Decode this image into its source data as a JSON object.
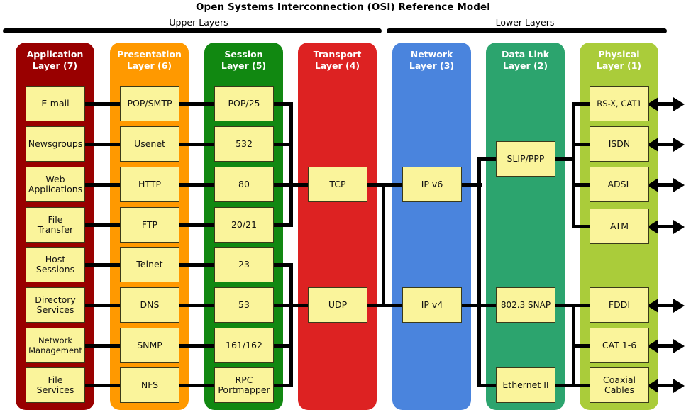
{
  "title": "Open Systems Interconnection (OSI) Reference Model",
  "groups": [
    {
      "label": "Upper Layers"
    },
    {
      "label": "Lower Layers"
    }
  ],
  "colors": {
    "application": "#990000",
    "presentation": "#FF9900",
    "session": "#118811",
    "transport": "#DD2222",
    "network": "#4A84DD",
    "datalink": "#2CA46E",
    "physical": "#AACC3A",
    "box_fill": "#FAF49B",
    "line": "#000000",
    "title_text": "#FFFFFF"
  },
  "layers": [
    {
      "key": "application",
      "title": "Application\nLayer (7)",
      "number": 7,
      "items": [
        "E-mail",
        "Newsgroups",
        "Web\nApplications",
        "File\nTransfer",
        "Host\nSessions",
        "Directory\nServices",
        "Network\nManagement",
        "File\nServices"
      ]
    },
    {
      "key": "presentation",
      "title": "Presentation\nLayer (6)",
      "number": 6,
      "items": [
        "POP/SMTP",
        "Usenet",
        "HTTP",
        "FTP",
        "Telnet",
        "DNS",
        "SNMP",
        "NFS"
      ]
    },
    {
      "key": "session",
      "title": "Session\nLayer (5)",
      "number": 5,
      "items": [
        "POP/25",
        "532",
        "80",
        "20/21",
        "23",
        "53",
        "161/162",
        "RPC\nPortmapper"
      ]
    },
    {
      "key": "transport",
      "title": "Transport\nLayer (4)",
      "number": 4,
      "items": [
        "TCP",
        "UDP"
      ]
    },
    {
      "key": "network",
      "title": "Network\nLayer (3)",
      "number": 3,
      "items": [
        "IP v6",
        "IP v4"
      ]
    },
    {
      "key": "datalink",
      "title": "Data Link\nLayer (2)",
      "number": 2,
      "items": [
        "SLIP/PPP",
        "802.3 SNAP",
        "Ethernet II"
      ]
    },
    {
      "key": "physical",
      "title": "Physical\nLayer (1)",
      "number": 1,
      "items": [
        "RS-X, CAT1",
        "ISDN",
        "ADSL",
        "ATM",
        "FDDI",
        "CAT 1-6",
        "Coaxial\nCables"
      ]
    }
  ]
}
